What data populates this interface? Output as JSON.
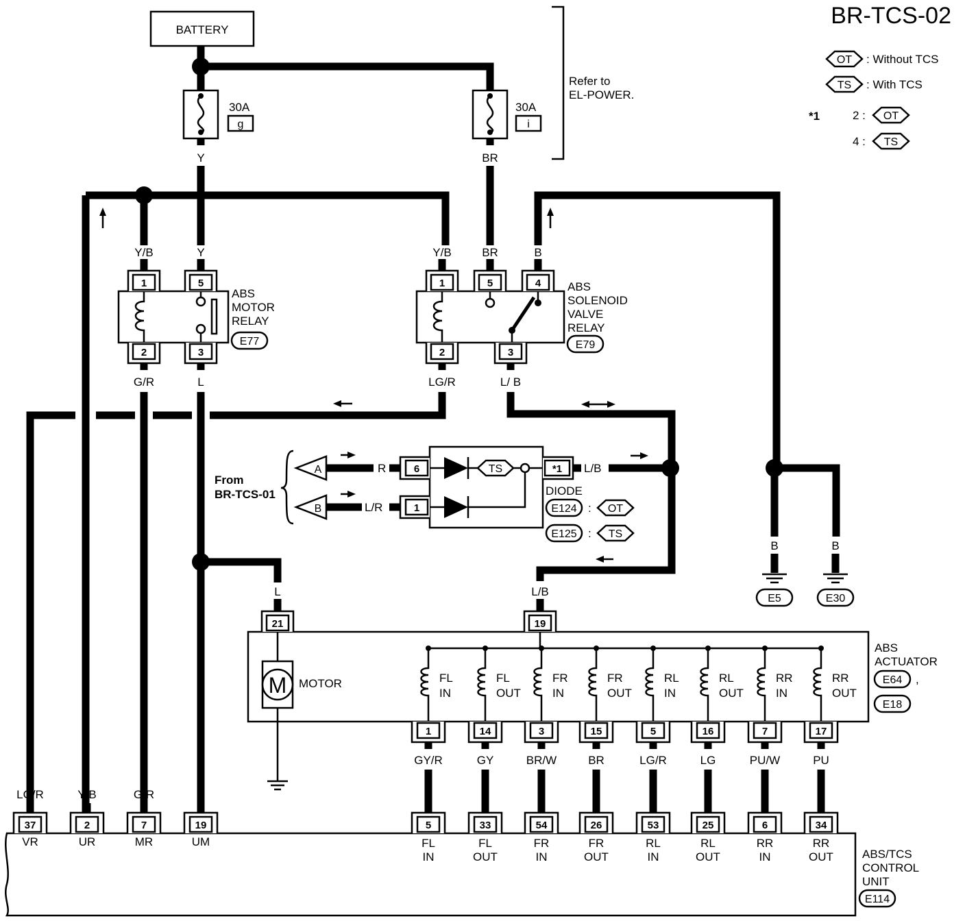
{
  "diagram_id": "BR-TCS-02",
  "legend": {
    "ot_badge": "OT",
    "ot_text": ": Without TCS",
    "ts_badge": "TS",
    "ts_text": ": With TCS",
    "note_mark": "*1",
    "note_ot_value": "2 :",
    "note_ts_value": "4 :"
  },
  "battery": "BATTERY",
  "refer": {
    "line1": "Refer to",
    "line2": "EL-POWER."
  },
  "fuses": [
    {
      "rating": "30A",
      "id": "g"
    },
    {
      "rating": "30A",
      "id": "i"
    }
  ],
  "wire_colors": {
    "y": "Y",
    "br": "BR",
    "yb": "Y/B",
    "b": "B",
    "gr": "G/R",
    "l": "L",
    "lgr": "LG/R",
    "lb": "L/ B",
    "lb2": "L/B",
    "r": "R",
    "lr": "L/R"
  },
  "motor_relay": {
    "name_lines": [
      "ABS",
      "MOTOR",
      "RELAY"
    ],
    "connector": "E77",
    "pins": [
      "1",
      "5",
      "2",
      "3"
    ]
  },
  "solenoid_relay": {
    "name_lines": [
      "ABS",
      "SOLENOID",
      "VALVE",
      "RELAY"
    ],
    "connector": "E79",
    "pins": [
      "1",
      "5",
      "4",
      "2",
      "3"
    ]
  },
  "diode": {
    "name": "DIODE",
    "from_lines": [
      "From",
      "BR-TCS-01"
    ],
    "ref_a": "A",
    "ref_b": "B",
    "pins": [
      "6",
      "1",
      "*1"
    ],
    "ts_badge": "TS",
    "conn_ot": "E124",
    "conn_ts": "E125",
    "sep": ":",
    "ot_badge": "OT"
  },
  "grounds": [
    {
      "wire": "B",
      "id": "E5"
    },
    {
      "wire": "B",
      "id": "E30"
    }
  ],
  "actuator": {
    "name_lines": [
      "ABS",
      "ACTUATOR"
    ],
    "connectors": [
      "E64",
      "E18"
    ],
    "comma": ",",
    "motor_label": "MOTOR",
    "motor_symbol": "M",
    "motor_pin": "21",
    "common_pin": "19",
    "common_wire": "L/B",
    "motor_wire": "L",
    "solenoids": [
      {
        "l1": "FL",
        "l2": "IN",
        "pin": "1",
        "wire": "GY/R"
      },
      {
        "l1": "FL",
        "l2": "OUT",
        "pin": "14",
        "wire": "GY"
      },
      {
        "l1": "FR",
        "l2": "IN",
        "pin": "3",
        "wire": "BR/W"
      },
      {
        "l1": "FR",
        "l2": "OUT",
        "pin": "15",
        "wire": "BR"
      },
      {
        "l1": "RL",
        "l2": "IN",
        "pin": "5",
        "wire": "LG/R"
      },
      {
        "l1": "RL",
        "l2": "OUT",
        "pin": "16",
        "wire": "LG"
      },
      {
        "l1": "RR",
        "l2": "IN",
        "pin": "7",
        "wire": "PU/W"
      },
      {
        "l1": "RR",
        "l2": "OUT",
        "pin": "17",
        "wire": "PU"
      }
    ]
  },
  "control_unit": {
    "name_lines": [
      "ABS/TCS",
      "CONTROL",
      "UNIT"
    ],
    "connector": "E114",
    "left_terminals": [
      {
        "pin": "37",
        "wire": "LG/R",
        "label": "VR"
      },
      {
        "pin": "2",
        "wire": "Y/B",
        "label": "UR"
      },
      {
        "pin": "7",
        "wire": "G/R",
        "label": "MR"
      },
      {
        "pin": "19",
        "wire": "L",
        "label": "UM"
      }
    ],
    "right_terminals": [
      {
        "pin": "5",
        "l1": "FL",
        "l2": "IN"
      },
      {
        "pin": "33",
        "l1": "FL",
        "l2": "OUT"
      },
      {
        "pin": "54",
        "l1": "FR",
        "l2": "IN"
      },
      {
        "pin": "26",
        "l1": "FR",
        "l2": "OUT"
      },
      {
        "pin": "53",
        "l1": "RL",
        "l2": "IN"
      },
      {
        "pin": "25",
        "l1": "RL",
        "l2": "OUT"
      },
      {
        "pin": "6",
        "l1": "RR",
        "l2": "IN"
      },
      {
        "pin": "34",
        "l1": "RR",
        "l2": "OUT"
      }
    ]
  }
}
